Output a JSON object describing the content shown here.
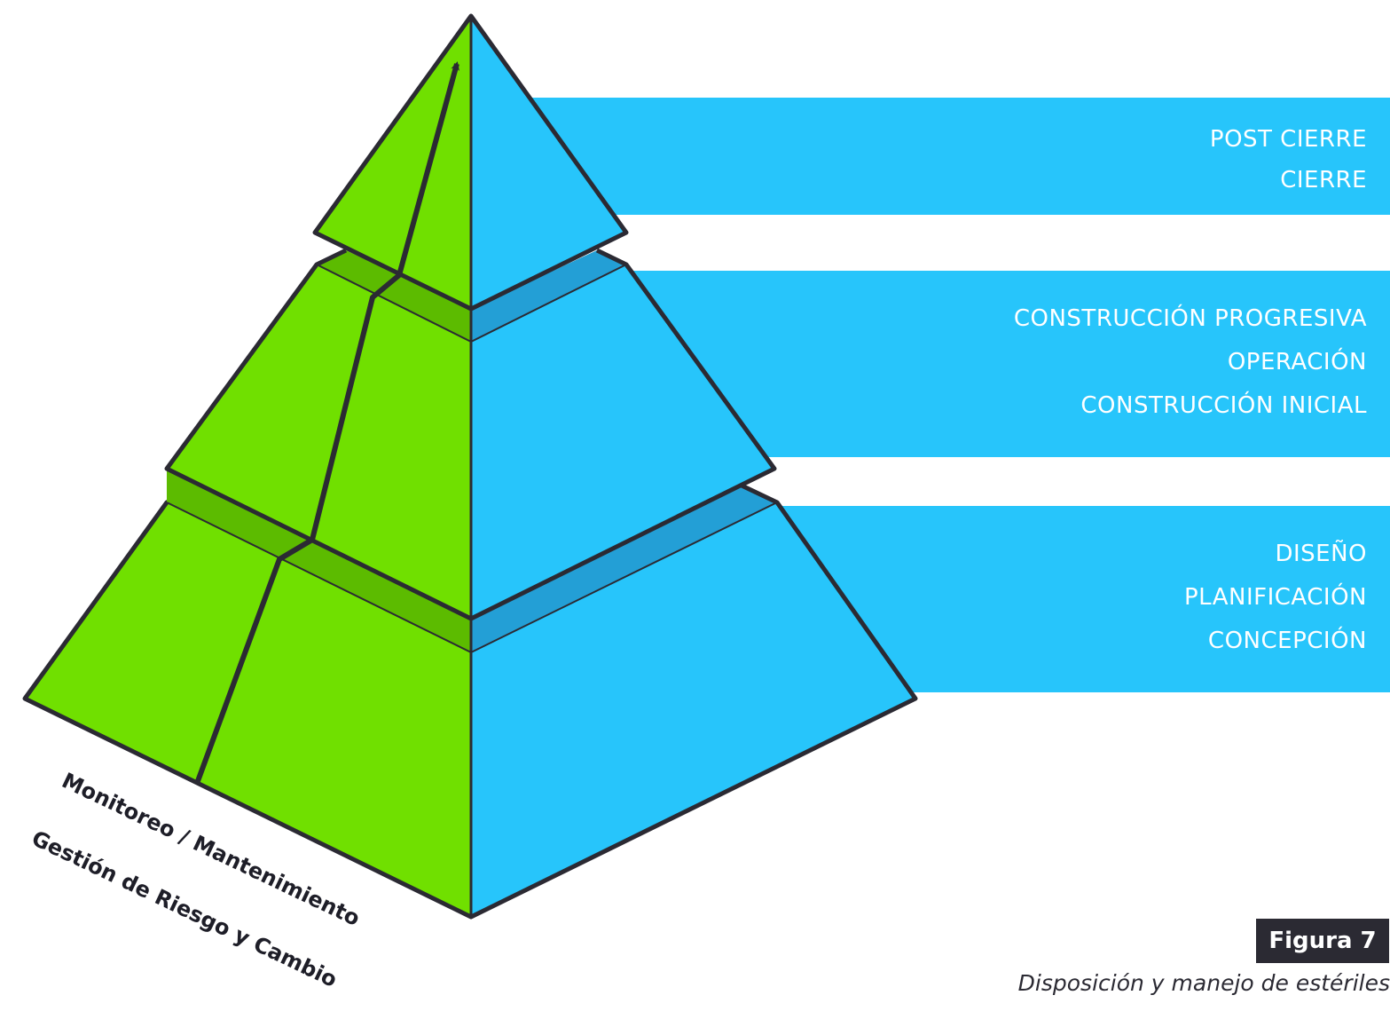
{
  "colors": {
    "green": "#70e000",
    "green_dark": "#5cbb00",
    "blue": "#27c5fb",
    "blue_dark": "#239fd6",
    "outline": "#2b2a33",
    "badge": "#2b2a33"
  },
  "bands": [
    {
      "lines": [
        "POST CIERRE",
        "CIERRE"
      ]
    },
    {
      "lines": [
        "CONSTRUCCIÓN PROGRESIVA",
        "OPERACIÓN",
        "CONSTRUCCIÓN INICIAL"
      ]
    },
    {
      "lines": [
        "DISEÑO",
        "PLANIFICACIÓN",
        "CONCEPCIÓN"
      ]
    }
  ],
  "slant_labels": {
    "monitoring": "Monitoreo / Mantenimiento",
    "risk": "Gestión de Riesgo y Cambio"
  },
  "figure": {
    "badge": "Figura 7",
    "caption": "Disposición y manejo de estériles"
  }
}
